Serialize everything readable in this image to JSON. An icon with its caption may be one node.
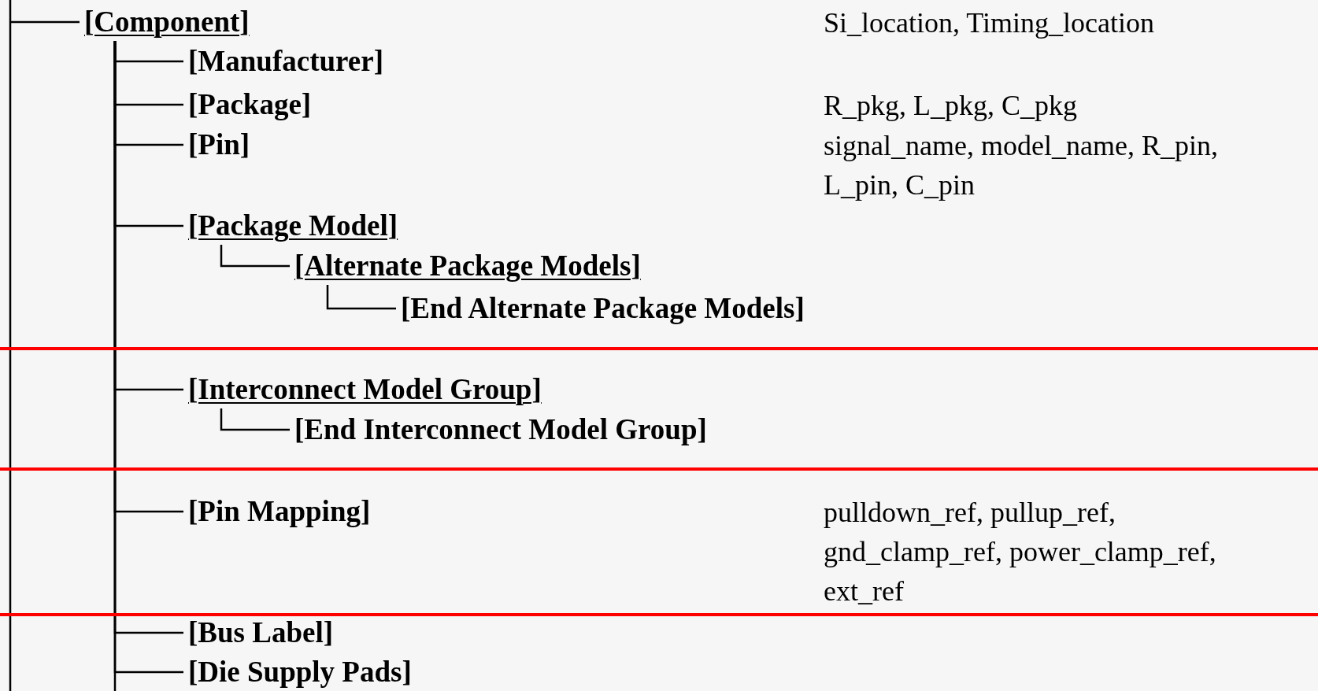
{
  "diagram": {
    "nodes": [
      {
        "text": [
          "[Component]"
        ]
      },
      {
        "text": [
          "[Manufacturer]"
        ]
      },
      {
        "text": [
          "[Package]"
        ]
      },
      {
        "text": [
          "[Pin]"
        ]
      },
      {
        "text": [
          "[Package Model]"
        ]
      },
      {
        "text": [
          "[Alternate Package Models]"
        ]
      },
      {
        "text": [
          "[End Alternate Package Models]"
        ]
      },
      {
        "text": [
          "[Interconnect Model Group]"
        ]
      },
      {
        "text": [
          "[End Interconnect Model Group]"
        ]
      },
      {
        "text": [
          "[Pin Mapping]"
        ]
      },
      {
        "text": [
          "[Bus Label]"
        ]
      },
      {
        "text": [
          "[Die Supply Pads]"
        ]
      }
    ],
    "edges": [
      {
        "from": null,
        "to": 0,
        "arrow": "none"
      },
      {
        "from": 0,
        "to": 1,
        "arrow": "none"
      },
      {
        "from": 0,
        "to": 2,
        "arrow": "none"
      },
      {
        "from": 0,
        "to": 3,
        "arrow": "none"
      },
      {
        "from": 0,
        "to": 4,
        "arrow": "none"
      },
      {
        "from": 0,
        "to": 7,
        "arrow": "none"
      },
      {
        "from": 0,
        "to": 9,
        "arrow": "none"
      },
      {
        "from": 0,
        "to": 10,
        "arrow": "none"
      },
      {
        "from": 0,
        "to": 11,
        "arrow": "none"
      },
      {
        "from": 4,
        "to": 5,
        "arrow": "none"
      },
      {
        "from": 5,
        "to": 6,
        "arrow": "none"
      },
      {
        "from": 7,
        "to": 8,
        "arrow": "none"
      }
    ],
    "labels": [
      "Si_location, Timing_location",
      "R_pkg, L_pkg, C_pkg",
      "signal_name, model_name, R_pin, L_pin, C_pin",
      "pulldown_ref, pullup_ref, gnd_clamp_ref, power_clamp_ref, ext_ref"
    ]
  }
}
